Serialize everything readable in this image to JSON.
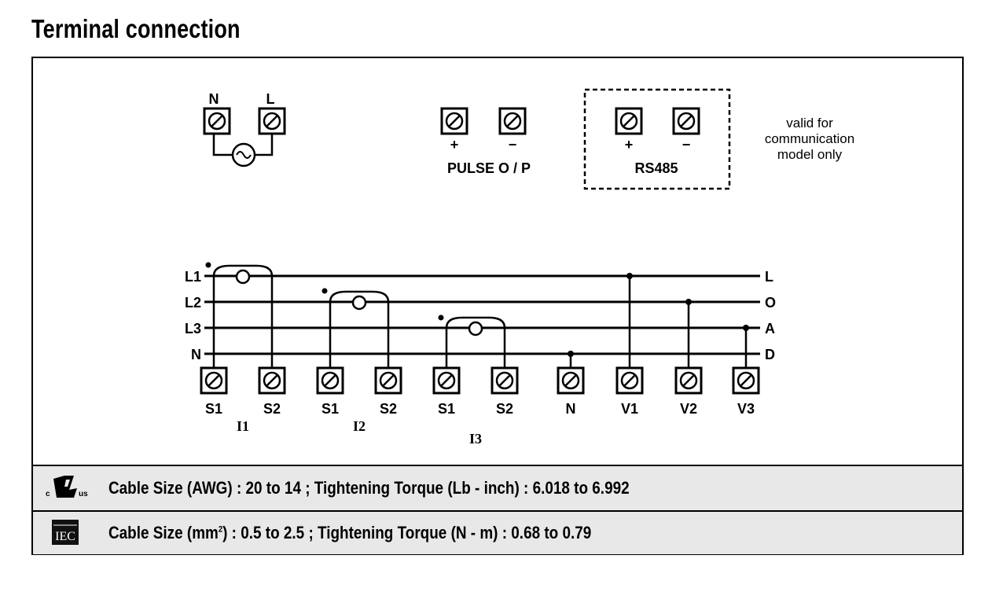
{
  "title": "Terminal connection",
  "supply": {
    "n_label": "N",
    "l_label": "L"
  },
  "pulse": {
    "plus": "+",
    "minus": "−",
    "label": "PULSE O / P"
  },
  "rs485": {
    "plus": "+",
    "minus": "−",
    "label": "RS485"
  },
  "note": [
    "valid for",
    "communication",
    "model only"
  ],
  "phase_lines": [
    "L1",
    "L2",
    "L3",
    "N"
  ],
  "load_letters": [
    "L",
    "O",
    "A",
    "D"
  ],
  "terminals": [
    {
      "label": "S1",
      "group": "I1"
    },
    {
      "label": "S2",
      "group": "I1"
    },
    {
      "label": "S1",
      "group": "I2"
    },
    {
      "label": "S2",
      "group": "I2"
    },
    {
      "label": "S1",
      "group": "I3"
    },
    {
      "label": "S2",
      "group": "I3"
    },
    {
      "label": "N"
    },
    {
      "label": "V1"
    },
    {
      "label": "V2"
    },
    {
      "label": "V3"
    }
  ],
  "ct_labels": [
    "I1",
    "I2",
    "I3"
  ],
  "ul_row": {
    "prefix": "c",
    "suffix": "us",
    "text": "Cable Size (AWG) : 20 to 14 ; Tightening Torque (Lb - inch) : 6.018 to 6.992"
  },
  "iec_row": {
    "logo": "IEC",
    "text_a": "Cable Size (mm",
    "sup": "2",
    "text_b": ") : 0.5 to 2.5 ; Tightening Torque (N - m) : 0.68 to 0.79"
  }
}
